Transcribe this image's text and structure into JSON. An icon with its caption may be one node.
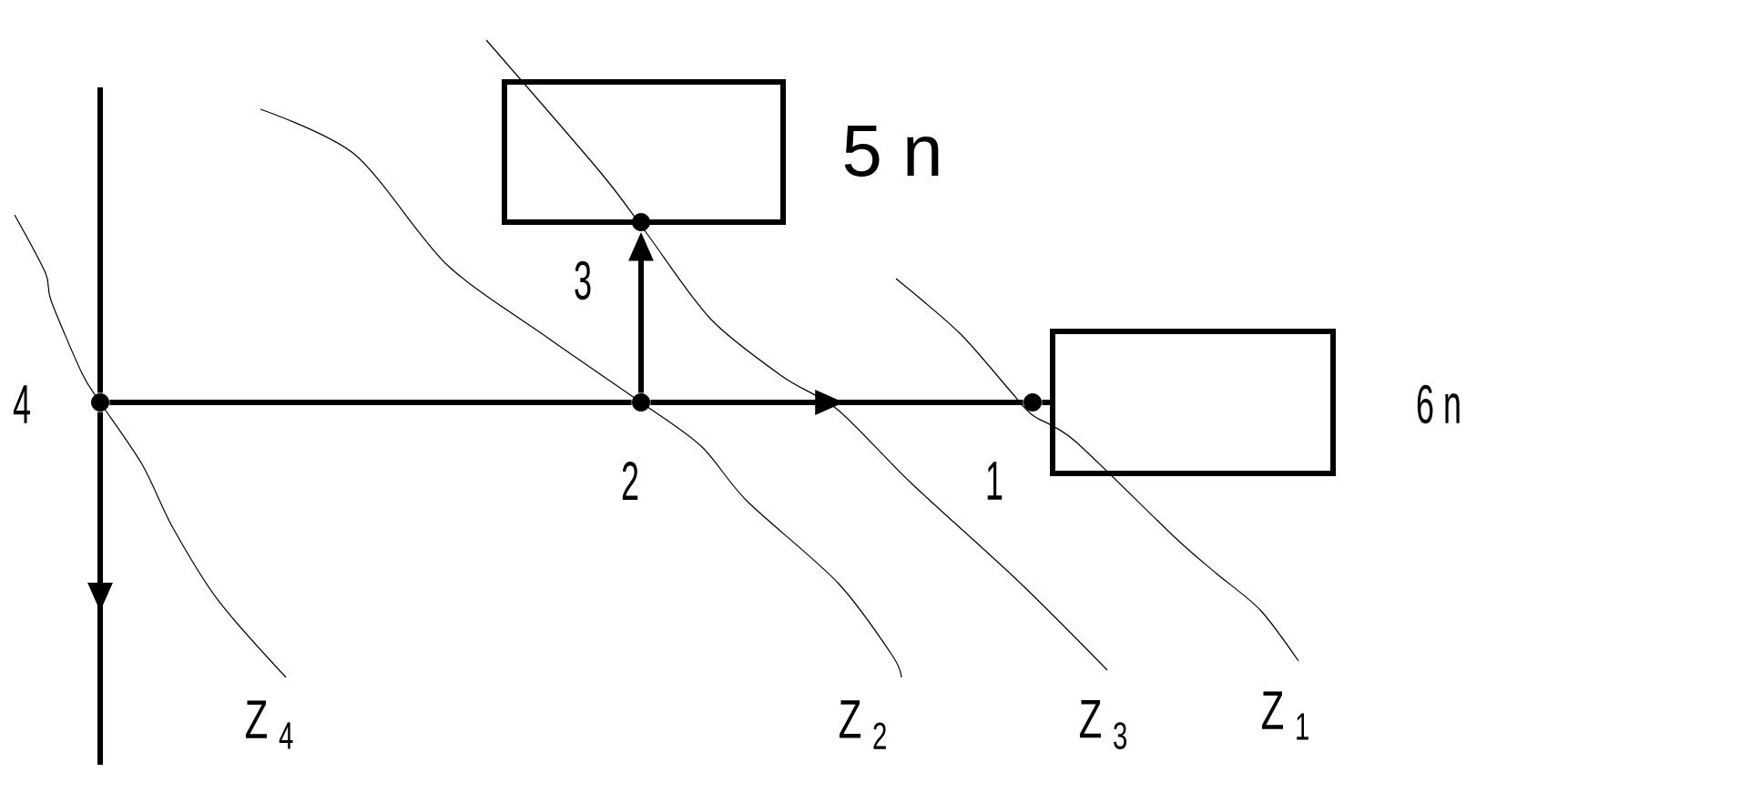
{
  "diagram": {
    "nodes": [
      {
        "text": [],
        "shape": "box",
        "beside": [
          "5 n"
        ]
      },
      {
        "text": [],
        "shape": "box",
        "beside": [
          "6 n"
        ]
      },
      {
        "text": [
          "4"
        ]
      },
      {
        "text": [
          "2"
        ]
      },
      {
        "text": [
          "3"
        ]
      },
      {
        "text": [
          "1"
        ]
      }
    ],
    "edges": [
      {
        "from": null,
        "to": 2,
        "arrow": "none"
      },
      {
        "from": 2,
        "to": null,
        "arrow": "to"
      },
      {
        "from": 2,
        "to": 3,
        "arrow": "none"
      },
      {
        "from": 3,
        "to": 5,
        "arrow": "to"
      },
      {
        "from": 3,
        "to": 4,
        "arrow": "to"
      },
      {
        "from": 5,
        "to": 1,
        "arrow": "none"
      }
    ],
    "labels": [
      "Z $_{4}$",
      "Z $_{2}$",
      "Z $_{3}$",
      "Z $_{1}$"
    ]
  }
}
